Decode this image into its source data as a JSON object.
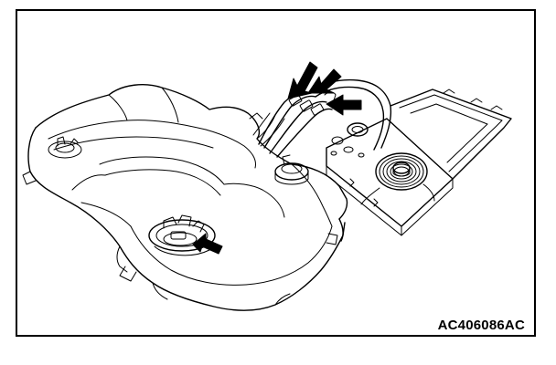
{
  "figure": {
    "reference_code": "AC406086AC"
  },
  "icons": {
    "fuel_tank": "fuel-tank-illustration",
    "tester_case": "leak-tester-case-illustration",
    "arrow": "black-pointer-arrow"
  },
  "colors": {
    "line": "#000000",
    "background": "#ffffff"
  }
}
